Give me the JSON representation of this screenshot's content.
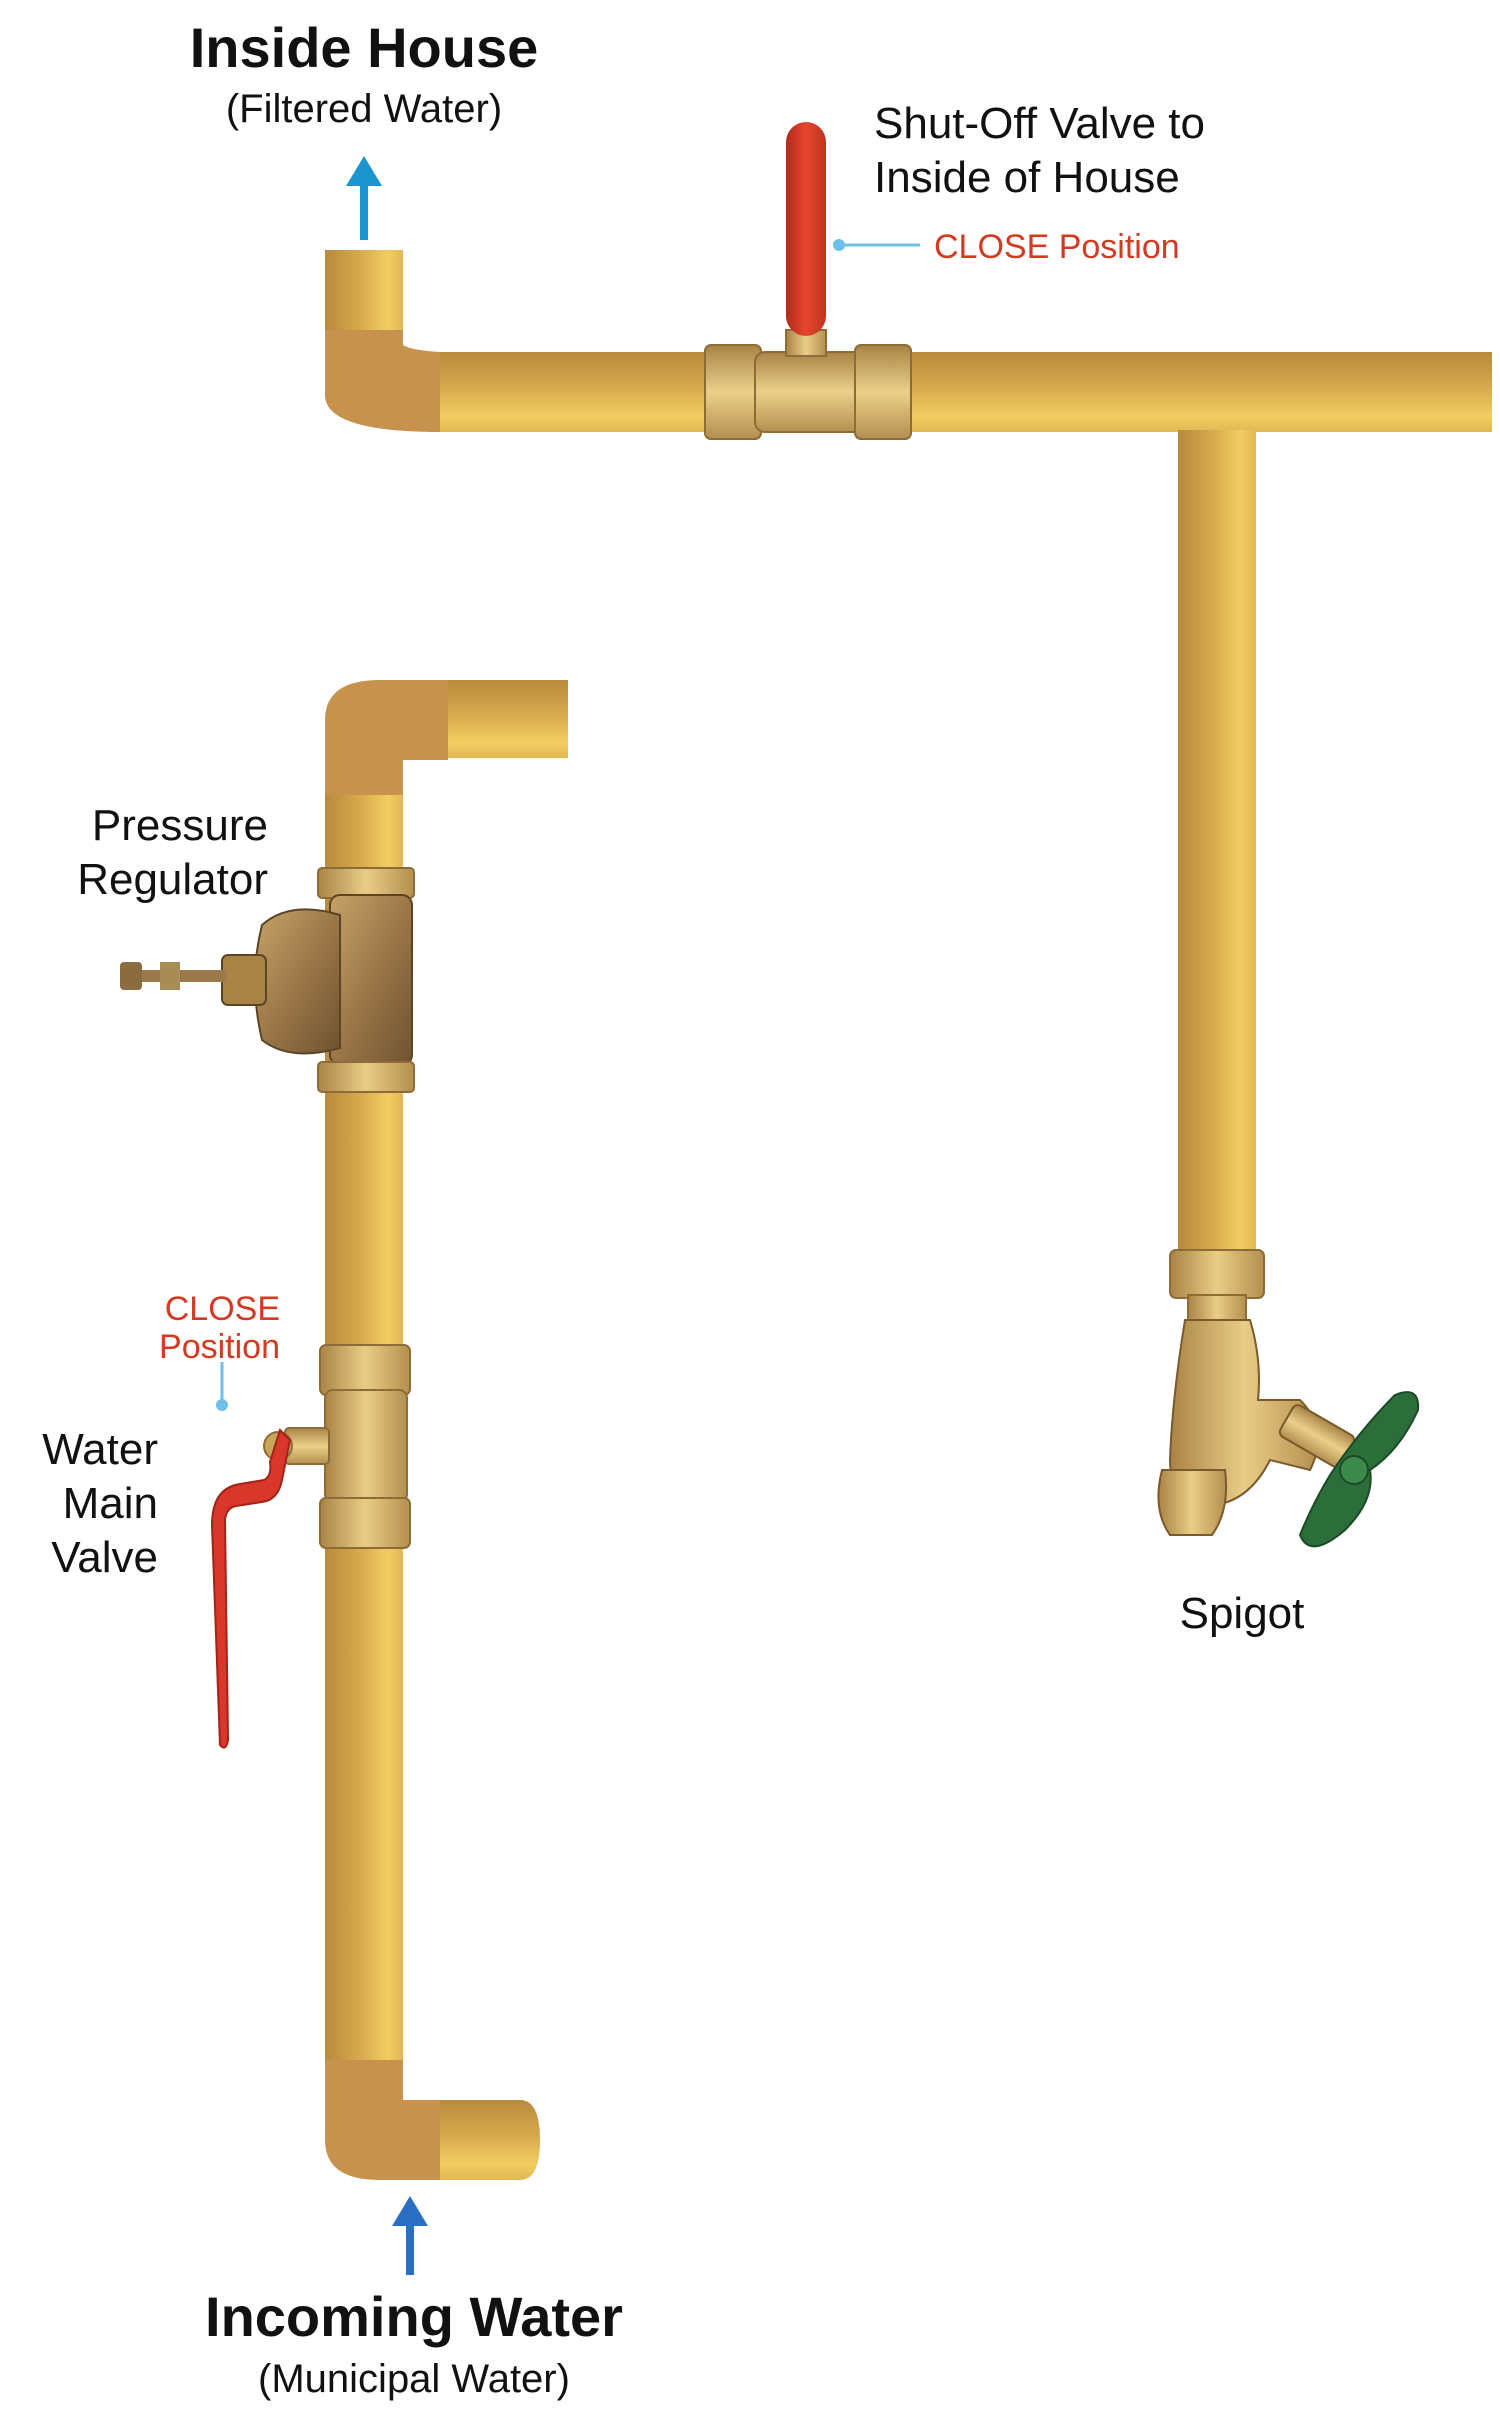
{
  "labels": {
    "inside_title": "Inside House",
    "inside_sub": "(Filtered Water)",
    "shutoff_line1": "Shut-Off Valve to",
    "shutoff_line2": "Inside of House",
    "shutoff_position": "CLOSE Position",
    "pressure_line1": "Pressure",
    "pressure_line2": "Regulator",
    "main_pos_line1": "CLOSE",
    "main_pos_line2": "Position",
    "main_line1": "Water",
    "main_line2": "Main",
    "main_line3": "Valve",
    "spigot": "Spigot",
    "incoming_title": "Incoming Water",
    "incoming_sub": "(Municipal Water)"
  },
  "colors": {
    "pipe": "#d9aa4e",
    "pipe_light": "#f0cc63",
    "pipe_dark": "#b98a3a",
    "elbow": "#c6924e",
    "brass": "#c9a55a",
    "handle_red": "#d9402a",
    "arrow_cyan": "#1a95cf",
    "arrow_blue": "#2a6fc4",
    "leader": "#6ec0e8",
    "knob_green": "#2c6e3a"
  },
  "icons": [
    "up-arrow-icon",
    "ball-valve-icon",
    "pressure-regulator-icon",
    "spigot-icon"
  ]
}
